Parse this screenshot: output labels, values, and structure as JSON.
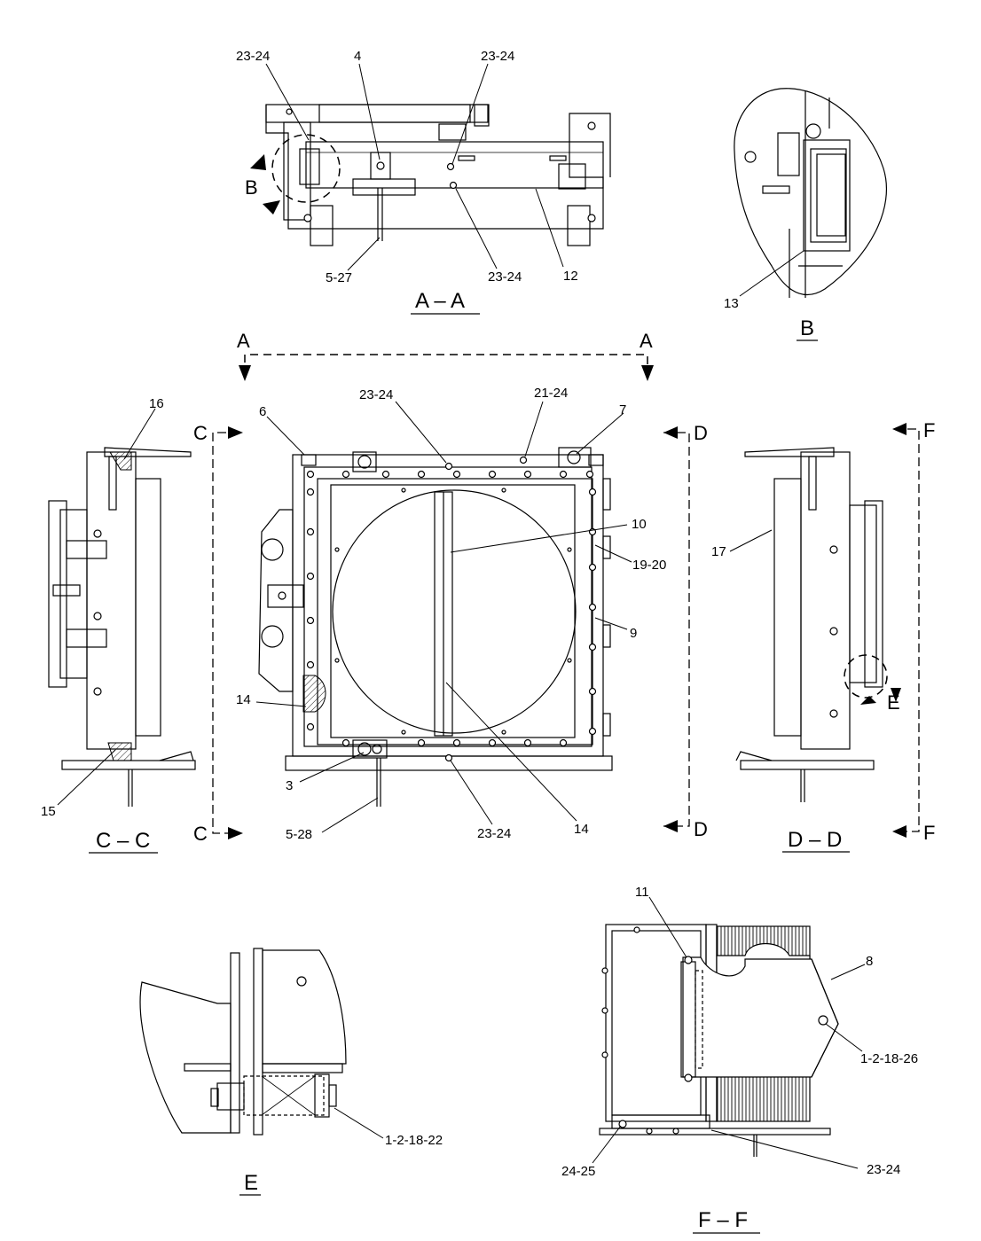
{
  "views": {
    "aa": {
      "title": "A – A"
    },
    "b": {
      "title": "B"
    },
    "cc": {
      "title": "C – C"
    },
    "dd": {
      "title": "D – D"
    },
    "e": {
      "title": "E"
    },
    "ff": {
      "title": "F – F"
    }
  },
  "section_marks": {
    "a_left": "A",
    "a_right": "A",
    "c_top": "C",
    "c_bottom": "C",
    "d_top": "D",
    "d_bottom": "D",
    "f_top": "F",
    "f_bottom": "F",
    "b_detail": "B",
    "e_detail": "E"
  },
  "callouts": {
    "aa_23_24_left": "23-24",
    "aa_4": "4",
    "aa_23_24_right": "23-24",
    "aa_5_27": "5-27",
    "aa_23_24_bottom": "23-24",
    "aa_12": "12",
    "b_13": "13",
    "cc_16": "16",
    "cc_15": "15",
    "main_6": "6",
    "main_23_24_top": "23-24",
    "main_21_24": "21-24",
    "main_7": "7",
    "main_10": "10",
    "main_19_20": "19-20",
    "main_9": "9",
    "main_14_left": "14",
    "main_3": "3",
    "main_5_28": "5-28",
    "main_23_24_bottom": "23-24",
    "main_14_bottom": "14",
    "dd_17": "17",
    "e_1_2_18_22": "1-2-18-22",
    "ff_11": "11",
    "ff_8": "8",
    "ff_1_2_18_26": "1-2-18-26",
    "ff_24_25": "24-25",
    "ff_23_24": "23-24"
  }
}
